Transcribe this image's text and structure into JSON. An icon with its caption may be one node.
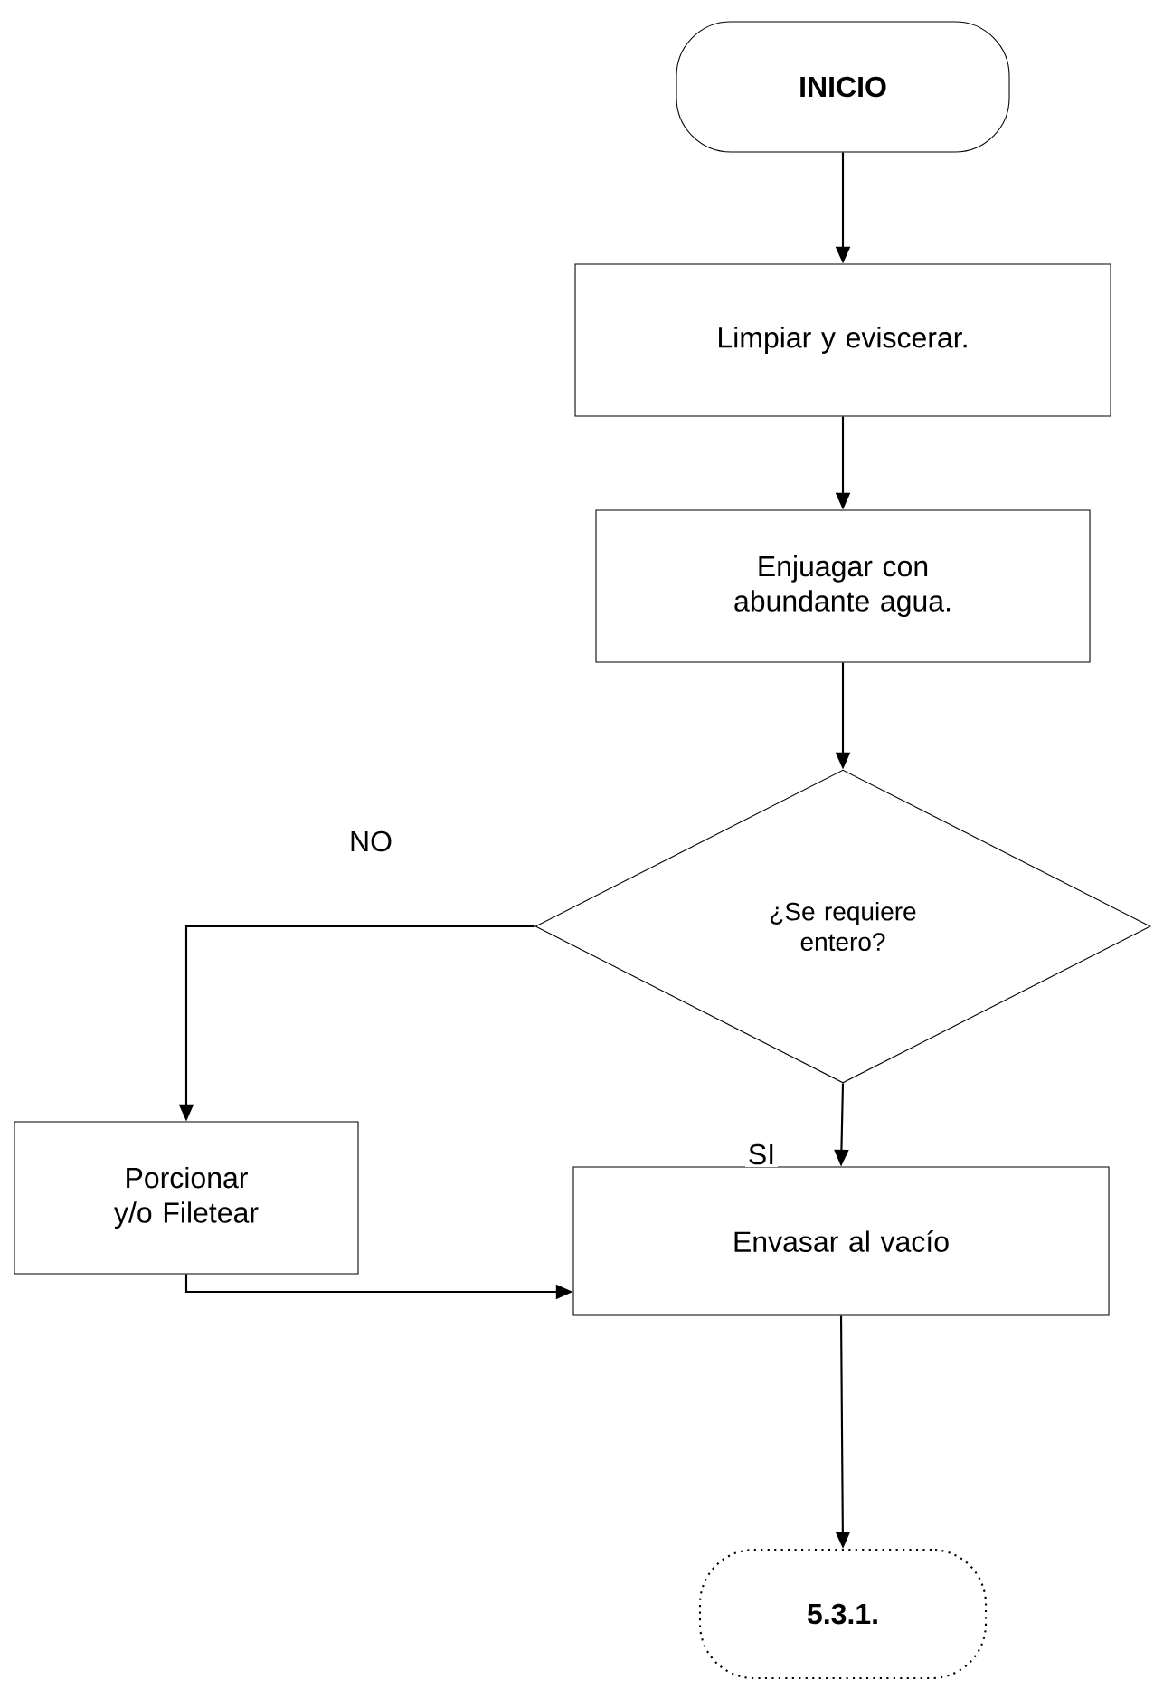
{
  "diagram": {
    "nodes": [
      {
        "text": [
          "INICIO"
        ]
      },
      {
        "text": [
          "Limpiar y eviscerar."
        ]
      },
      {
        "text": [
          "Enjuagar con abundante agua."
        ]
      },
      {
        "text": [
          "¿Se requiere entero?"
        ]
      },
      {
        "text": [
          "Porcionar y/o Filetear"
        ]
      },
      {
        "text": [
          "Envasar al vacío"
        ]
      },
      {
        "text": [
          "5.3.1."
        ]
      }
    ],
    "edges": [
      {
        "from": 0,
        "to": 1,
        "arrow": "to"
      },
      {
        "from": 1,
        "to": 2,
        "arrow": "to"
      },
      {
        "from": 2,
        "to": 3,
        "arrow": "to"
      },
      {
        "from": 3,
        "to": 4,
        "arrow": "to",
        "label": "NO"
      },
      {
        "from": 3,
        "to": 5,
        "arrow": "to",
        "label": "SI"
      },
      {
        "from": 4,
        "to": 5,
        "arrow": "to"
      },
      {
        "from": 5,
        "to": 6,
        "arrow": "to"
      }
    ]
  }
}
